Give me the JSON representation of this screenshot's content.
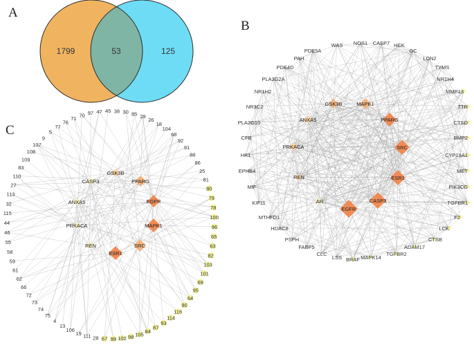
{
  "panels": {
    "venn": {
      "label": "A",
      "left_only": "1799",
      "overlap": "53",
      "right_only": "125",
      "left_color": "#f0b461",
      "right_color": "#6fdcf6",
      "overlap_color": "#7fb5a5"
    },
    "network": {
      "label": "B",
      "hubs": [
        "GSK3B",
        "MAPK1",
        "ANXA5",
        "PPARG",
        "PRKACA",
        "SRC",
        "REN",
        "ESR1",
        "AR",
        "EGFR",
        "CASP3"
      ],
      "periphery": [
        "WAS",
        "NOS1",
        "CASP7",
        "HCK",
        "PDE5A",
        "GC",
        "PAH",
        "LCN2",
        "TYMS",
        "PDE4D",
        "NR1H4",
        "PLA2G2A",
        "MMP13",
        "NR1H2",
        "TTR",
        "NR3C2",
        "CTSD",
        "PLA2G10",
        "BMP2",
        "CFB",
        "CYP19A1",
        "HK1",
        "MET",
        "EPHB4",
        "PIK3CG",
        "MIF",
        "TGFBR1",
        "KIF11",
        "F2",
        "MTHFD1",
        "LCK",
        "HDAC8",
        "CTSB",
        "PSPH",
        "ADAM17",
        "FABP5",
        "TGFBR2",
        "CLC",
        "MAPK14",
        "LSS",
        "BRAF"
      ]
    },
    "compound_network": {
      "label": "C",
      "inner": [
        "GSK3B",
        "CASP3",
        "PPARG",
        "ANXA5",
        "EGFR",
        "PRKACA",
        "MAPK1",
        "REN",
        "SRC",
        "ESR1"
      ],
      "ring": [
        "70",
        "97",
        "47",
        "45",
        "38",
        "30",
        "85",
        "29",
        "26",
        "18",
        "104",
        "68",
        "92",
        "91",
        "88",
        "86",
        "25",
        "81",
        "80",
        "79",
        "78",
        "100",
        "96",
        "65",
        "63",
        "82",
        "103",
        "101",
        "69",
        "95",
        "64",
        "90",
        "116",
        "114",
        "93",
        "87",
        "84",
        "105",
        "98",
        "102",
        "99",
        "67",
        "28",
        "111",
        "19",
        "106",
        "13",
        "4",
        "75",
        "74",
        "73",
        "72",
        "66",
        "62",
        "61",
        "59",
        "58",
        "55",
        "46",
        "44",
        "115",
        "32",
        "113",
        "27",
        "110",
        "83",
        "109",
        "108",
        "107",
        "9",
        "5",
        "77",
        "76",
        "71"
      ]
    }
  },
  "colors": {
    "hub_strong": "#f08b55",
    "hub_mid": "#f5b47e",
    "hub_light": "#fbd3a3",
    "node_pale": "#fbf0b8",
    "node_yellow": "#f3f19a",
    "edge": "#9a9a9a"
  }
}
